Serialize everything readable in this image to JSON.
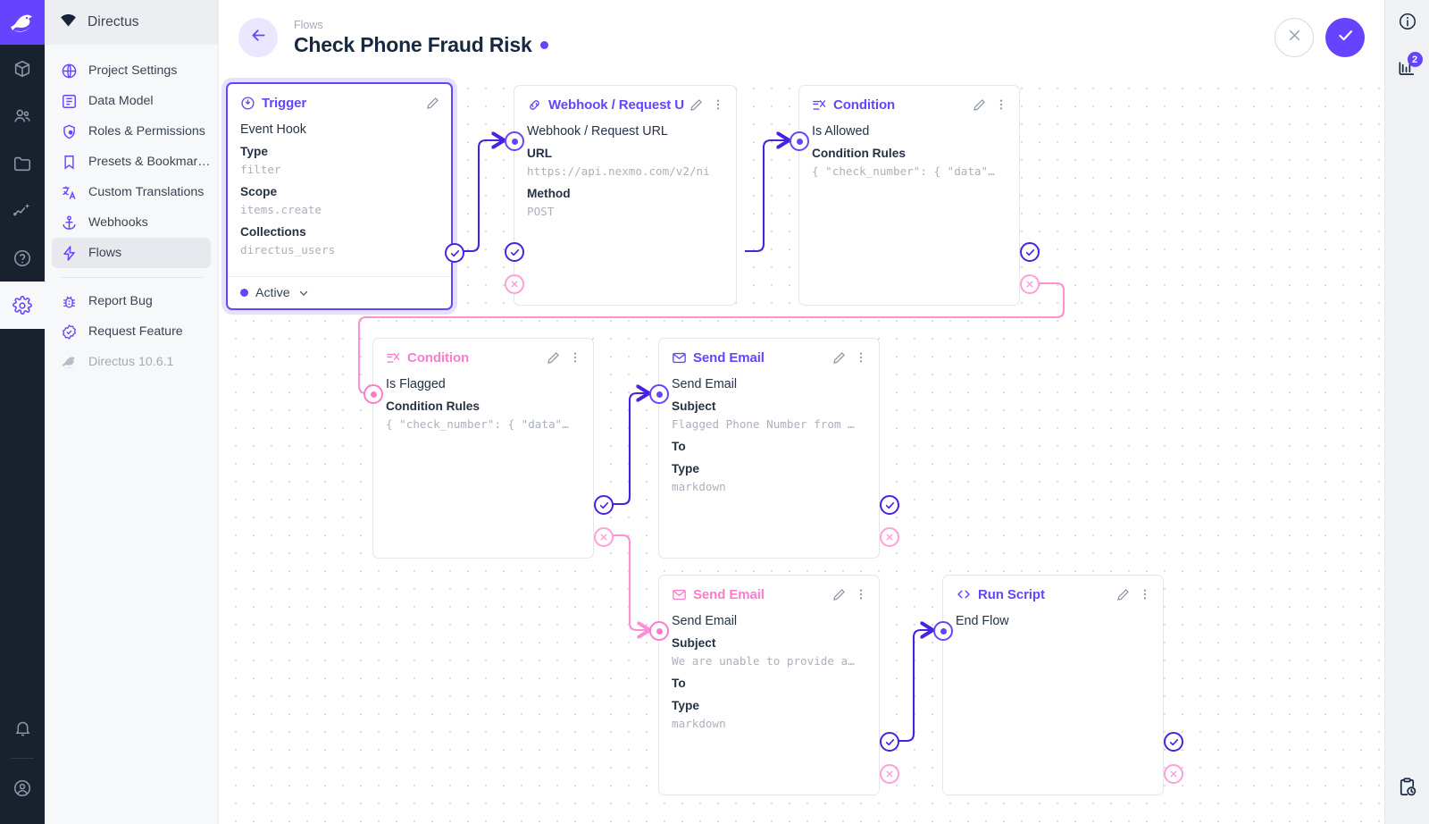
{
  "rail": {
    "logo_icon": "directus-rabbit-logo",
    "items": [
      {
        "name": "content",
        "icon": "box-icon"
      },
      {
        "name": "users",
        "icon": "people-icon"
      },
      {
        "name": "files",
        "icon": "folder-icon"
      },
      {
        "name": "insights",
        "icon": "chart-sparkle-icon"
      },
      {
        "name": "docs",
        "icon": "question-circle-icon"
      },
      {
        "name": "settings",
        "icon": "gear-icon",
        "active": true
      }
    ],
    "bottom": [
      {
        "name": "notifications",
        "icon": "bell-icon"
      },
      {
        "name": "account",
        "icon": "user-circle-icon"
      }
    ]
  },
  "sidebar": {
    "header": {
      "title": "Directus",
      "icon": "directus-gem-icon"
    },
    "items": [
      {
        "label": "Project Settings",
        "icon": "globe-icon",
        "selected": false
      },
      {
        "label": "Data Model",
        "icon": "list-box-icon",
        "selected": false
      },
      {
        "label": "Roles & Permissions",
        "icon": "shield-user-icon",
        "selected": false
      },
      {
        "label": "Presets & Bookmar…",
        "icon": "bookmark-icon",
        "selected": false
      },
      {
        "label": "Custom Translations",
        "icon": "translate-icon",
        "selected": false
      },
      {
        "label": "Webhooks",
        "icon": "anchor-icon",
        "selected": false
      },
      {
        "label": "Flows",
        "icon": "bolt-icon",
        "selected": true
      }
    ],
    "items_secondary": [
      {
        "label": "Report Bug",
        "icon": "bug-icon"
      },
      {
        "label": "Request Feature",
        "icon": "check-badge-icon"
      }
    ],
    "version": {
      "label": "Directus 10.6.1",
      "icon": "rabbit-icon"
    }
  },
  "header": {
    "back_icon": "arrow-left-icon",
    "breadcrumb": "Flows",
    "title": "Check Phone Fraud Risk",
    "status_dot_color": "#6644ff",
    "cancel_icon": "close-icon",
    "save_icon": "check-icon"
  },
  "rightbar": {
    "items": [
      {
        "name": "info-sidebar-toggle",
        "icon": "info-circle-icon",
        "badge": null
      },
      {
        "name": "flow-logs-toggle",
        "icon": "logs-icon",
        "badge": "2"
      }
    ],
    "bottom": [
      {
        "name": "activity-log",
        "icon": "clipboard-clock-icon"
      }
    ]
  },
  "nodes": [
    {
      "id": "trigger",
      "type_label": "Trigger",
      "type_icon": "trigger-bolt-circle-icon",
      "accent": "purple",
      "selected": true,
      "name": "Event Hook",
      "fields": [
        {
          "label": "Type",
          "value": "filter"
        },
        {
          "label": "Scope",
          "value": "items.create"
        },
        {
          "label": "Collections",
          "value": "directus_users"
        }
      ],
      "footer": {
        "status": "Active",
        "chevron": "chevron-down-icon"
      },
      "show_menu": false,
      "show_input_port": false,
      "ports": {
        "ok": true,
        "reject": false
      }
    },
    {
      "id": "webhook",
      "type_label": "Webhook / Request U",
      "type_icon": "link-icon",
      "accent": "purple",
      "selected": false,
      "name": "Webhook / Request URL",
      "fields": [
        {
          "label": "URL",
          "value": "https://api.nexmo.com/v2/ni"
        },
        {
          "label": "Method",
          "value": "POST"
        }
      ],
      "show_menu": true,
      "show_input_port": true,
      "ports": {
        "ok": true,
        "reject": true
      }
    },
    {
      "id": "condition-allowed",
      "type_label": "Condition",
      "type_icon": "condition-icon",
      "accent": "purple",
      "selected": false,
      "name": "Is Allowed",
      "fields": [
        {
          "label": "Condition Rules",
          "value": "{ \"check_number\": { \"data\"…"
        }
      ],
      "show_menu": true,
      "show_input_port": true,
      "ports": {
        "ok": true,
        "reject": true
      }
    },
    {
      "id": "condition-flagged",
      "type_label": "Condition",
      "type_icon": "condition-icon",
      "accent": "pink",
      "selected": false,
      "name": "Is Flagged",
      "fields": [
        {
          "label": "Condition Rules",
          "value": "{ \"check_number\": { \"data\"…"
        }
      ],
      "show_menu": true,
      "show_input_port": true,
      "ports": {
        "ok": true,
        "reject": true
      }
    },
    {
      "id": "email-flagged",
      "type_label": "Send Email",
      "type_icon": "mail-icon",
      "accent": "purple",
      "selected": false,
      "name": "Send Email",
      "fields": [
        {
          "label": "Subject",
          "value": "Flagged Phone Number from …"
        },
        {
          "label": "To",
          "value": ""
        },
        {
          "label": "Type",
          "value": "markdown"
        }
      ],
      "show_menu": true,
      "show_input_port": true,
      "ports": {
        "ok": true,
        "reject": true
      }
    },
    {
      "id": "email-unable",
      "type_label": "Send Email",
      "type_icon": "mail-icon",
      "accent": "pink",
      "selected": false,
      "name": "Send Email",
      "fields": [
        {
          "label": "Subject",
          "value": "We are unable to provide a…"
        },
        {
          "label": "To",
          "value": ""
        },
        {
          "label": "Type",
          "value": "markdown"
        }
      ],
      "show_menu": true,
      "show_input_port": true,
      "ports": {
        "ok": true,
        "reject": true
      }
    },
    {
      "id": "run-script",
      "type_label": "Run Script",
      "type_icon": "code-brackets-icon",
      "accent": "purple",
      "selected": false,
      "name": "End Flow",
      "fields": [],
      "show_menu": true,
      "show_input_port": true,
      "ports": {
        "ok": true,
        "reject": true
      }
    }
  ],
  "colors": {
    "accent": "#6644ff",
    "accent_dark": "#4822e0",
    "pink": "#fd7ccb",
    "pink_light": "#fd9fd9",
    "canvas_dot": "#d7dbe2",
    "border": "#e4e6eb"
  }
}
